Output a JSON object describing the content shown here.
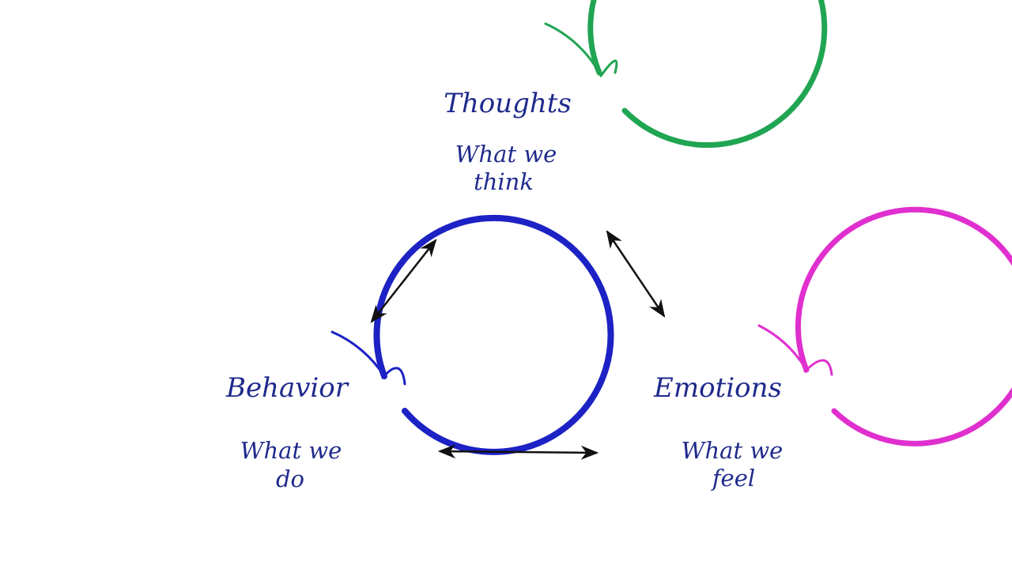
{
  "diagram": {
    "nodes": [
      {
        "id": "thoughts",
        "title": "Thoughts",
        "line1": "What we",
        "line2": "think",
        "color": "#20a552"
      },
      {
        "id": "behavior",
        "title": "Behavior",
        "line1": "What we",
        "line2": "do",
        "color": "#1c22c4"
      },
      {
        "id": "emotions",
        "title": "Emotions",
        "line1": "What we",
        "line2": "feel",
        "color": "#e02fcf"
      }
    ],
    "edges": [
      {
        "from": "thoughts",
        "to": "behavior",
        "bidirectional": true
      },
      {
        "from": "thoughts",
        "to": "emotions",
        "bidirectional": true
      },
      {
        "from": "behavior",
        "to": "emotions",
        "bidirectional": true
      }
    ],
    "text_color": "#1f2a8c",
    "arrow_color": "#111111"
  }
}
